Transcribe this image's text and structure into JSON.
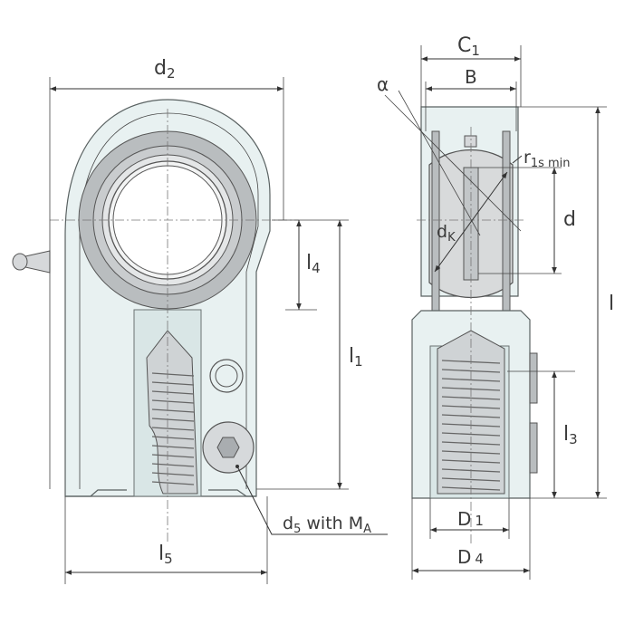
{
  "labels": {
    "d2": "d",
    "d2_sub": "2",
    "C1": "C",
    "C1_sub": "1",
    "B": "B",
    "alpha": "α",
    "r1smin": "r",
    "r1smin_sub": "1s min",
    "d": "d",
    "dK": "d",
    "dK_sub": "K",
    "l": "l",
    "l4": "l",
    "l4_sub": "4",
    "l1": "l",
    "l1_sub": "1",
    "l3": "l",
    "l3_sub": "3",
    "l5": "l",
    "l5_sub": "5",
    "d5": "d",
    "d5_sub": "5",
    "d5_with": " with M",
    "d5_MA_sub": "A",
    "D1": "D",
    "D1_sub": "1",
    "D4": "D",
    "D4_sub": "4"
  },
  "colors": {
    "housing_fill": "#e8f1f1",
    "ring_fill": "#b9bdbf",
    "line": "#333333",
    "text": "#3a3a3a"
  }
}
